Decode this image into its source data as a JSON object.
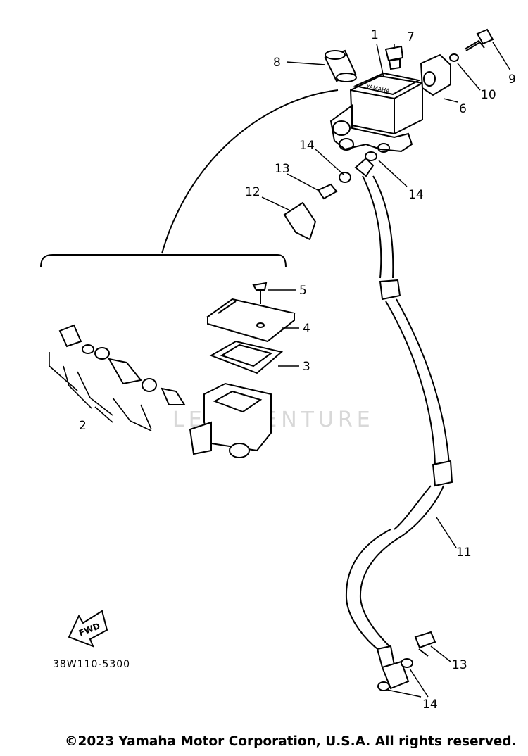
{
  "callouts": {
    "c1": "1",
    "c2": "2",
    "c3": "3",
    "c4": "4",
    "c5": "5",
    "c6": "6",
    "c7": "7",
    "c8": "8",
    "c9": "9",
    "c10": "10",
    "c11": "11",
    "c12": "12",
    "c13a": "13",
    "c13b": "13",
    "c14a": "14",
    "c14b": "14",
    "c14c": "14"
  },
  "fwd_label": "FWD",
  "diagram_code": "38W110-5300",
  "watermark": "LEADVENTURE",
  "copyright": "©2023 Yamaha Motor Corporation, U.S.A. All rights reserved."
}
